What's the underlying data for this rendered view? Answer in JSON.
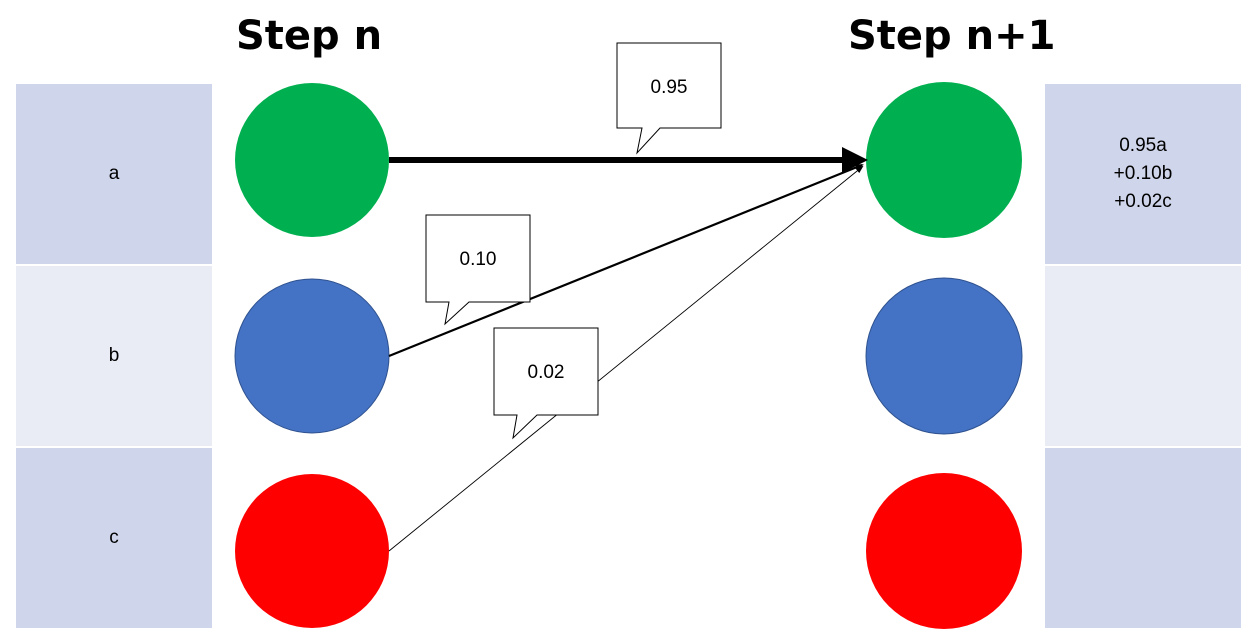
{
  "headings": {
    "left": "Step n",
    "right": "Step n+1"
  },
  "left_labels": [
    "a",
    "b",
    "c"
  ],
  "right_formula": [
    "0.95a",
    "+0.10b",
    "+0.02c"
  ],
  "transitions": [
    {
      "from": "a",
      "to": "a",
      "weight": "0.95"
    },
    {
      "from": "b",
      "to": "a",
      "weight": "0.10"
    },
    {
      "from": "c",
      "to": "a",
      "weight": "0.02"
    }
  ],
  "colors": {
    "node_a": "#00b050",
    "node_b": "#4472c4",
    "node_c": "#ff0000",
    "cell_dark": "#cfd5ea",
    "cell_light": "#e9ebf5"
  }
}
